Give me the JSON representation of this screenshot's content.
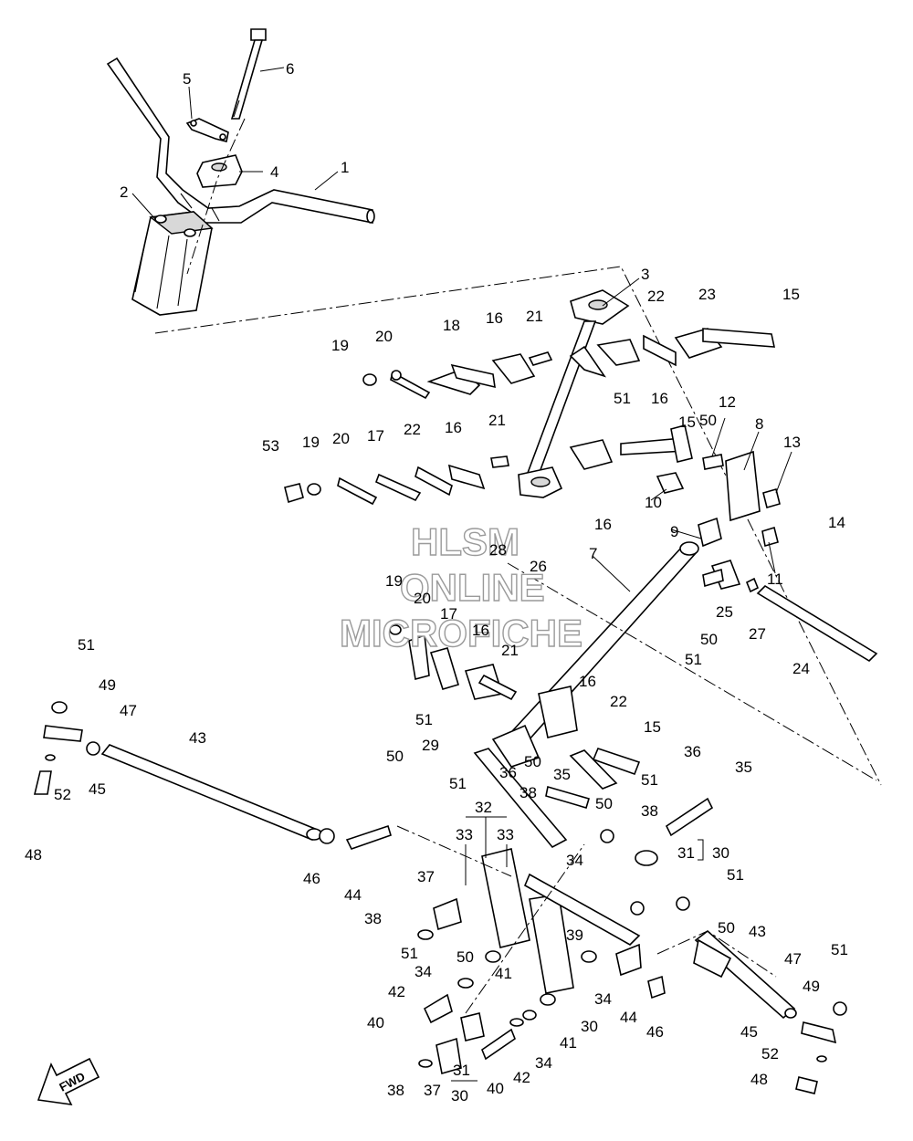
{
  "watermark": {
    "line1": "HLSM",
    "line2": "ONLINE",
    "line3": "MICROFICHE"
  },
  "fwd_label": "FWD",
  "callouts": [
    {
      "id": "c1",
      "text": "1"
    },
    {
      "id": "c2",
      "text": "2"
    },
    {
      "id": "c3",
      "text": "3"
    },
    {
      "id": "c4",
      "text": "4"
    },
    {
      "id": "c5",
      "text": "5"
    },
    {
      "id": "c6",
      "text": "6"
    },
    {
      "id": "c7",
      "text": "7"
    },
    {
      "id": "c8",
      "text": "8"
    },
    {
      "id": "c9",
      "text": "9"
    },
    {
      "id": "c10",
      "text": "10"
    },
    {
      "id": "c11",
      "text": "11"
    },
    {
      "id": "c12",
      "text": "12"
    },
    {
      "id": "c13",
      "text": "13"
    },
    {
      "id": "c14",
      "text": "14"
    },
    {
      "id": "c15a",
      "text": "15"
    },
    {
      "id": "c15b",
      "text": "15"
    },
    {
      "id": "c15c",
      "text": "15"
    },
    {
      "id": "c16a",
      "text": "16"
    },
    {
      "id": "c16b",
      "text": "16"
    },
    {
      "id": "c16c",
      "text": "16"
    },
    {
      "id": "c16d",
      "text": "16"
    },
    {
      "id": "c16e",
      "text": "16"
    },
    {
      "id": "c16f",
      "text": "16"
    },
    {
      "id": "c17a",
      "text": "17"
    },
    {
      "id": "c17b",
      "text": "17"
    },
    {
      "id": "c18",
      "text": "18"
    },
    {
      "id": "c19a",
      "text": "19"
    },
    {
      "id": "c19b",
      "text": "19"
    },
    {
      "id": "c19c",
      "text": "19"
    },
    {
      "id": "c20a",
      "text": "20"
    },
    {
      "id": "c20b",
      "text": "20"
    },
    {
      "id": "c20c",
      "text": "20"
    },
    {
      "id": "c21a",
      "text": "21"
    },
    {
      "id": "c21b",
      "text": "21"
    },
    {
      "id": "c21c",
      "text": "21"
    },
    {
      "id": "c22a",
      "text": "22"
    },
    {
      "id": "c22b",
      "text": "22"
    },
    {
      "id": "c22c",
      "text": "22"
    },
    {
      "id": "c23",
      "text": "23"
    },
    {
      "id": "c24",
      "text": "24"
    },
    {
      "id": "c25",
      "text": "25"
    },
    {
      "id": "c26",
      "text": "26"
    },
    {
      "id": "c27",
      "text": "27"
    },
    {
      "id": "c28",
      "text": "28"
    },
    {
      "id": "c29",
      "text": "29"
    },
    {
      "id": "c30a",
      "text": "30"
    },
    {
      "id": "c30b",
      "text": "30"
    },
    {
      "id": "c30c",
      "text": "30"
    },
    {
      "id": "c31a",
      "text": "31"
    },
    {
      "id": "c31b",
      "text": "31"
    },
    {
      "id": "c32",
      "text": "32"
    },
    {
      "id": "c33a",
      "text": "33"
    },
    {
      "id": "c33b",
      "text": "33"
    },
    {
      "id": "c34a",
      "text": "34"
    },
    {
      "id": "c34b",
      "text": "34"
    },
    {
      "id": "c34c",
      "text": "34"
    },
    {
      "id": "c34d",
      "text": "34"
    },
    {
      "id": "c35a",
      "text": "35"
    },
    {
      "id": "c35b",
      "text": "35"
    },
    {
      "id": "c36a",
      "text": "36"
    },
    {
      "id": "c36b",
      "text": "36"
    },
    {
      "id": "c37a",
      "text": "37"
    },
    {
      "id": "c37b",
      "text": "37"
    },
    {
      "id": "c38a",
      "text": "38"
    },
    {
      "id": "c38b",
      "text": "38"
    },
    {
      "id": "c38c",
      "text": "38"
    },
    {
      "id": "c38d",
      "text": "38"
    },
    {
      "id": "c39",
      "text": "39"
    },
    {
      "id": "c40a",
      "text": "40"
    },
    {
      "id": "c40b",
      "text": "40"
    },
    {
      "id": "c41a",
      "text": "41"
    },
    {
      "id": "c41b",
      "text": "41"
    },
    {
      "id": "c42a",
      "text": "42"
    },
    {
      "id": "c42b",
      "text": "42"
    },
    {
      "id": "c43a",
      "text": "43"
    },
    {
      "id": "c43b",
      "text": "43"
    },
    {
      "id": "c44a",
      "text": "44"
    },
    {
      "id": "c44b",
      "text": "44"
    },
    {
      "id": "c45a",
      "text": "45"
    },
    {
      "id": "c45b",
      "text": "45"
    },
    {
      "id": "c46a",
      "text": "46"
    },
    {
      "id": "c46b",
      "text": "46"
    },
    {
      "id": "c47a",
      "text": "47"
    },
    {
      "id": "c47b",
      "text": "47"
    },
    {
      "id": "c48a",
      "text": "48"
    },
    {
      "id": "c48b",
      "text": "48"
    },
    {
      "id": "c49a",
      "text": "49"
    },
    {
      "id": "c49b",
      "text": "49"
    },
    {
      "id": "c50a",
      "text": "50"
    },
    {
      "id": "c50b",
      "text": "50"
    },
    {
      "id": "c50c",
      "text": "50"
    },
    {
      "id": "c50d",
      "text": "50"
    },
    {
      "id": "c50e",
      "text": "50"
    },
    {
      "id": "c50f",
      "text": "50"
    },
    {
      "id": "c50g",
      "text": "50"
    },
    {
      "id": "c51a",
      "text": "51"
    },
    {
      "id": "c51b",
      "text": "51"
    },
    {
      "id": "c51c",
      "text": "51"
    },
    {
      "id": "c51d",
      "text": "51"
    },
    {
      "id": "c51e",
      "text": "51"
    },
    {
      "id": "c51f",
      "text": "51"
    },
    {
      "id": "c51g",
      "text": "51"
    },
    {
      "id": "c51h",
      "text": "51"
    },
    {
      "id": "c51i",
      "text": "51"
    },
    {
      "id": "c52a",
      "text": "52"
    },
    {
      "id": "c52b",
      "text": "52"
    },
    {
      "id": "c53",
      "text": "53"
    }
  ]
}
